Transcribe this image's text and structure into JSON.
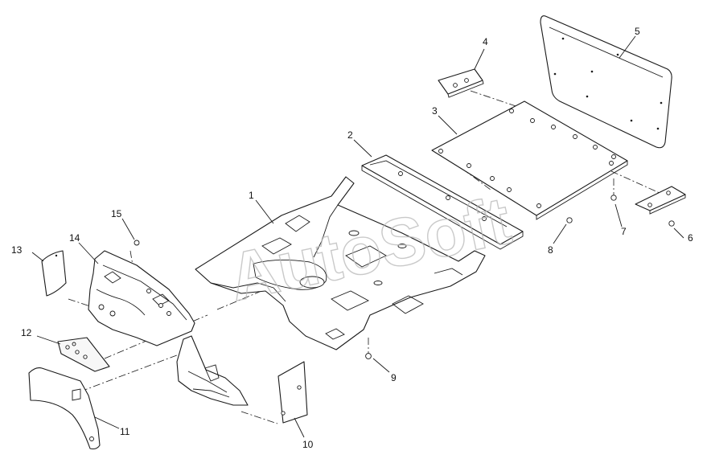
{
  "watermark": "AutoSoft",
  "callouts": {
    "c1": "1",
    "c2": "2",
    "c3": "3",
    "c4": "4",
    "c5": "5",
    "c6": "6",
    "c7": "7",
    "c8": "8",
    "c9": "9",
    "c10": "10",
    "c11": "11",
    "c12": "12",
    "c13": "13",
    "c14": "14",
    "c15": "15"
  },
  "colors": {
    "line": "#1a1a1a",
    "background": "#ffffff",
    "watermark": "#b8b8b8"
  }
}
